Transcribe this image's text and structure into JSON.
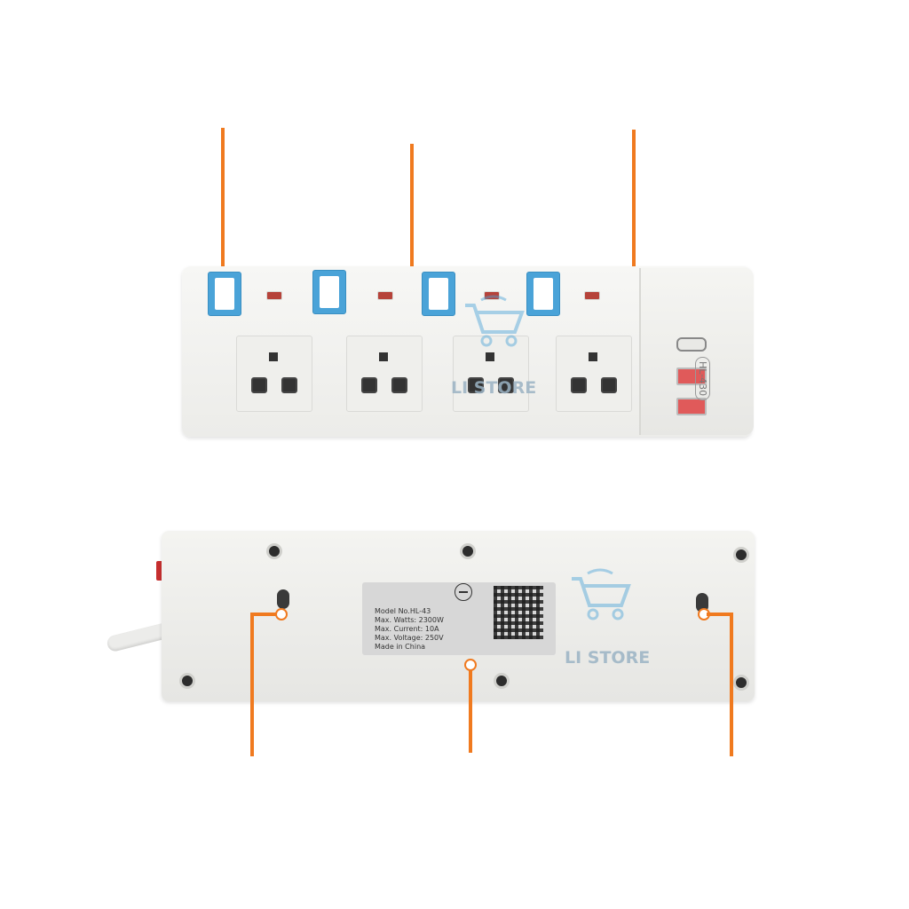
{
  "note_on_thai_text": "",
  "callouts": {
    "switch_label": "",
    "plug_label": "",
    "plug_sublabel": "",
    "shutter_label": ""
  },
  "bottom_labels": {
    "left_mount": "",
    "material": "",
    "right_mount": ""
  },
  "watermark": {
    "text_top": "LI STORE",
    "text_bottom": "LI STORE"
  },
  "product": {
    "model_code": "HL-430"
  },
  "rating_plate": {
    "lines": [
      "Model No.HL-43",
      "Max. Watts: 2300W",
      "Max. Current: 10A",
      "Max. Voltage: 250V",
      "Made in China"
    ],
    "standard_number": ""
  },
  "colors": {
    "accent_line": "#f07a1f",
    "switch_blue": "#4aa3d8",
    "indicator_red": "#b6433a"
  }
}
